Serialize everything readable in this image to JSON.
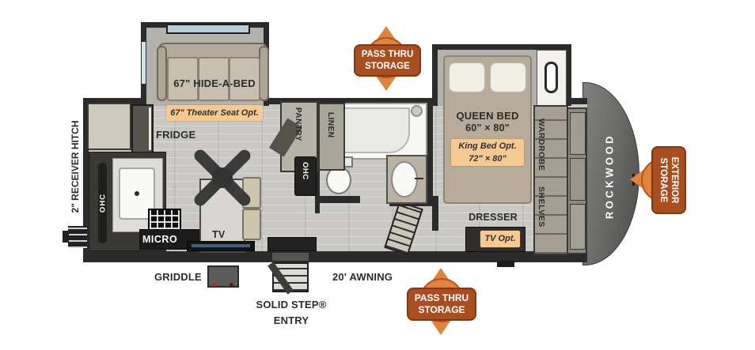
{
  "floorplan": {
    "brand": "ROCKWOOD",
    "badges": {
      "pass_thru_top": {
        "line1": "PASS THRU",
        "line2": "STORAGE"
      },
      "pass_thru_bottom": {
        "line1": "PASS THRU",
        "line2": "STORAGE"
      },
      "exterior": {
        "line1": "EXTERIOR",
        "line2": "STORAGE"
      }
    },
    "labels": {
      "hide_a_bed": "67\" HIDE-A-BED",
      "theater_seat_opt": "67\" Theater Seat Opt.",
      "fridge": "FRIDGE",
      "pantry": "PANTRY",
      "linen": "LINEN",
      "ohc_kitchen": "OHC",
      "ohc_hall": "OHC",
      "queen_bed": "QUEEN BED",
      "queen_bed_size": "60\" × 80\"",
      "king_bed_opt": "King Bed Opt.",
      "king_bed_size": "72\" × 80\"",
      "wardrobe": "WARDROBE",
      "shelves": "SHELVES",
      "dresser": "DRESSER",
      "tv_opt": "TV Opt.",
      "micro": "MICRO",
      "tv": "TV",
      "griddle": "GRIDDLE",
      "awning": "20' AWNING",
      "solid_step": "SOLID STEP®",
      "entry": "ENTRY",
      "receiver_hitch": "2\" RECEIVER HITCH"
    },
    "colors": {
      "badge_orange": "#a84e20",
      "pointer_orange": "#e0833f",
      "option_badge_tan": "#f6c993",
      "wall": "#2b2b2b",
      "floor": "#c9c8c5",
      "front_cap": "#5c5c5a"
    }
  }
}
